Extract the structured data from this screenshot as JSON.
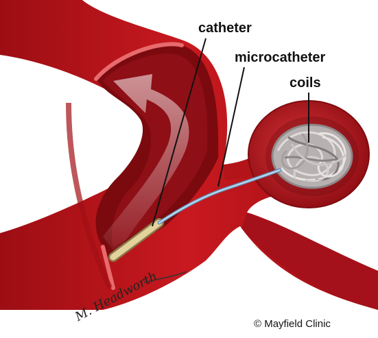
{
  "labels": {
    "catheter": "catheter",
    "microcatheter": "microcatheter",
    "coils": "coils"
  },
  "credit": "© Mayfield Clinic",
  "signature": "M. Headworth",
  "colors": {
    "vessel": "#b8141a",
    "vessel_dark": "#7d0b0f",
    "vessel_light": "#d9353a",
    "lumen": "#6e0c10",
    "catheter": "#d8c48a",
    "microcatheter": "#9fc3e0",
    "coils": "#c9c9c9"
  }
}
